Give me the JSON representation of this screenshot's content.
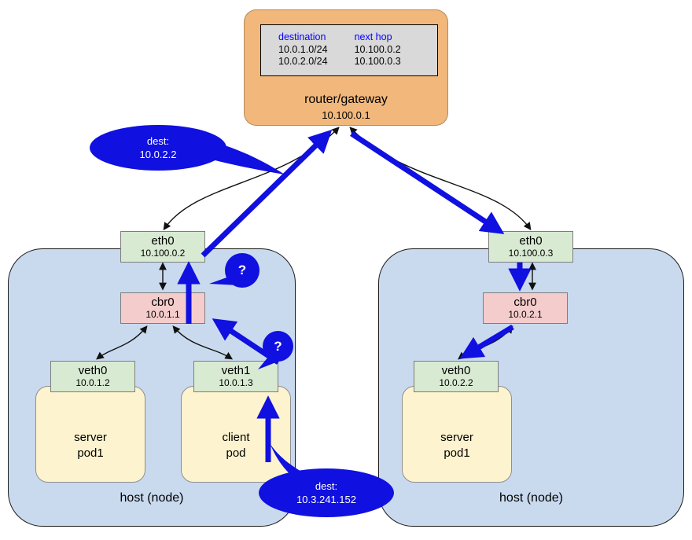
{
  "router": {
    "label": "router/gateway",
    "ip": "10.100.0.1",
    "table": {
      "headers": [
        "destination",
        "next hop"
      ],
      "rows": [
        [
          "10.0.1.0/24",
          "10.100.0.2"
        ],
        [
          "10.0.2.0/24",
          "10.100.0.3"
        ]
      ]
    }
  },
  "left_host": {
    "label": "host (node)",
    "eth0": {
      "name": "eth0",
      "ip": "10.100.0.2"
    },
    "cbr0": {
      "name": "cbr0",
      "ip": "10.0.1.1"
    },
    "veth0": {
      "name": "veth0",
      "ip": "10.0.1.2"
    },
    "veth1": {
      "name": "veth1",
      "ip": "10.0.1.3"
    },
    "server_pod": {
      "label": "server\npod1"
    },
    "client_pod": {
      "label": "client\npod"
    }
  },
  "right_host": {
    "label": "host (node)",
    "eth0": {
      "name": "eth0",
      "ip": "10.100.0.3"
    },
    "cbr0": {
      "name": "cbr0",
      "ip": "10.0.2.1"
    },
    "veth0": {
      "name": "veth0",
      "ip": "10.0.2.2"
    },
    "server_pod": {
      "label": "server\npod1"
    }
  },
  "bubbles": {
    "dest_upper": {
      "line1": "dest:",
      "line2": "10.0.2.2"
    },
    "dest_lower": {
      "line1": "dest:",
      "line2": "10.3.241.152"
    },
    "question_left": "?",
    "question_right": "?"
  },
  "colors": {
    "router_fill": "#f1b77b",
    "table_fill": "#d9d9d9",
    "table_header_text": "#0000ff",
    "host_fill": "#c9daee",
    "iface_fill": "#d9ead3",
    "bridge_fill": "#f4cccc",
    "pod_fill": "#fdf3cf",
    "packet_blue": "#1010e0"
  }
}
